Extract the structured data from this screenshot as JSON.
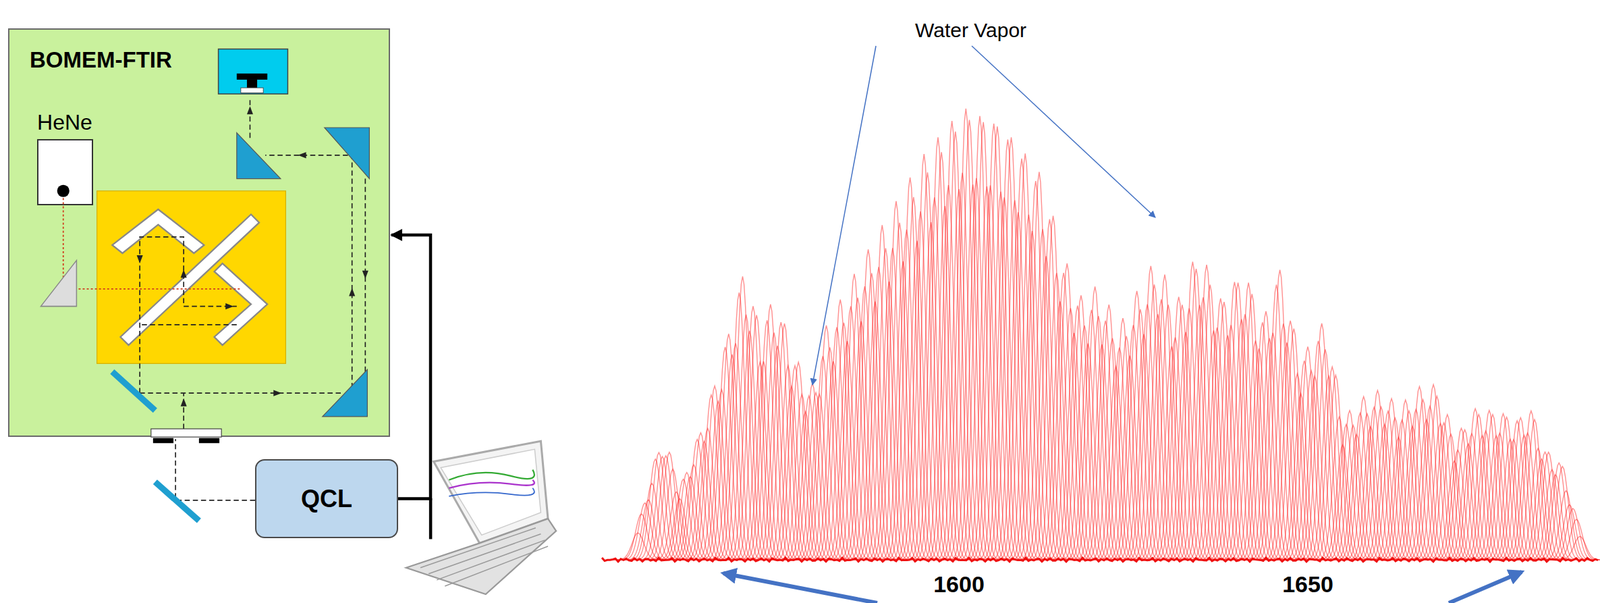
{
  "diagram": {
    "nodes": [
      {
        "text": [
          "BOMEM-FTIR"
        ]
      },
      {
        "text": [
          "HeNe"
        ],
        "in": 0
      },
      {
        "text": [
          "QCL"
        ]
      }
    ],
    "edges": [
      {
        "from": 2,
        "to": 0,
        "arrow": "to"
      }
    ],
    "labels": [
      "Water Vapor",
      "1600",
      "1650"
    ]
  }
}
